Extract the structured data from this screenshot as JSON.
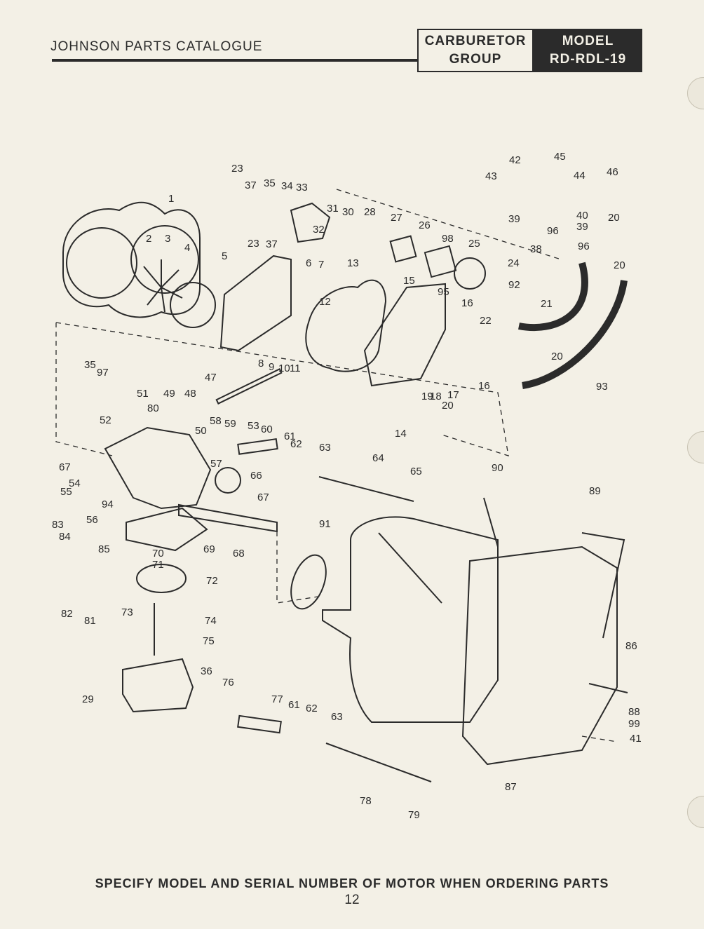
{
  "header": {
    "catalogue_title": "JOHNSON PARTS CATALOGUE",
    "group_line1": "CARBURETOR",
    "group_line2": "GROUP",
    "model_line1": "MODEL",
    "model_line2": "RD-RDL-19"
  },
  "diagram": {
    "callouts": [
      "1",
      "2",
      "3",
      "4",
      "5",
      "6",
      "7",
      "8",
      "9",
      "10",
      "11",
      "12",
      "13",
      "14",
      "15",
      "16",
      "16",
      "17",
      "18",
      "19",
      "20",
      "20",
      "20",
      "20",
      "21",
      "22",
      "23",
      "23",
      "24",
      "25",
      "26",
      "27",
      "28",
      "29",
      "30",
      "31",
      "32",
      "33",
      "34",
      "35",
      "35",
      "36",
      "37",
      "37",
      "38",
      "39",
      "39",
      "40",
      "41",
      "42",
      "43",
      "44",
      "45",
      "46",
      "47",
      "48",
      "49",
      "50",
      "51",
      "52",
      "53",
      "54",
      "55",
      "56",
      "57",
      "58",
      "59",
      "60",
      "61",
      "61",
      "62",
      "62",
      "63",
      "63",
      "64",
      "65",
      "66",
      "67",
      "67",
      "68",
      "69",
      "70",
      "71",
      "72",
      "73",
      "74",
      "75",
      "76",
      "77",
      "78",
      "79",
      "80",
      "81",
      "82",
      "83",
      "84",
      "85",
      "86",
      "87",
      "88",
      "89",
      "90",
      "91",
      "92",
      "93",
      "94",
      "95",
      "96",
      "96",
      "97",
      "98",
      "99"
    ]
  },
  "footer": {
    "notice": "SPECIFY MODEL AND SERIAL NUMBER OF MOTOR WHEN ORDERING PARTS",
    "page_number": "12"
  }
}
